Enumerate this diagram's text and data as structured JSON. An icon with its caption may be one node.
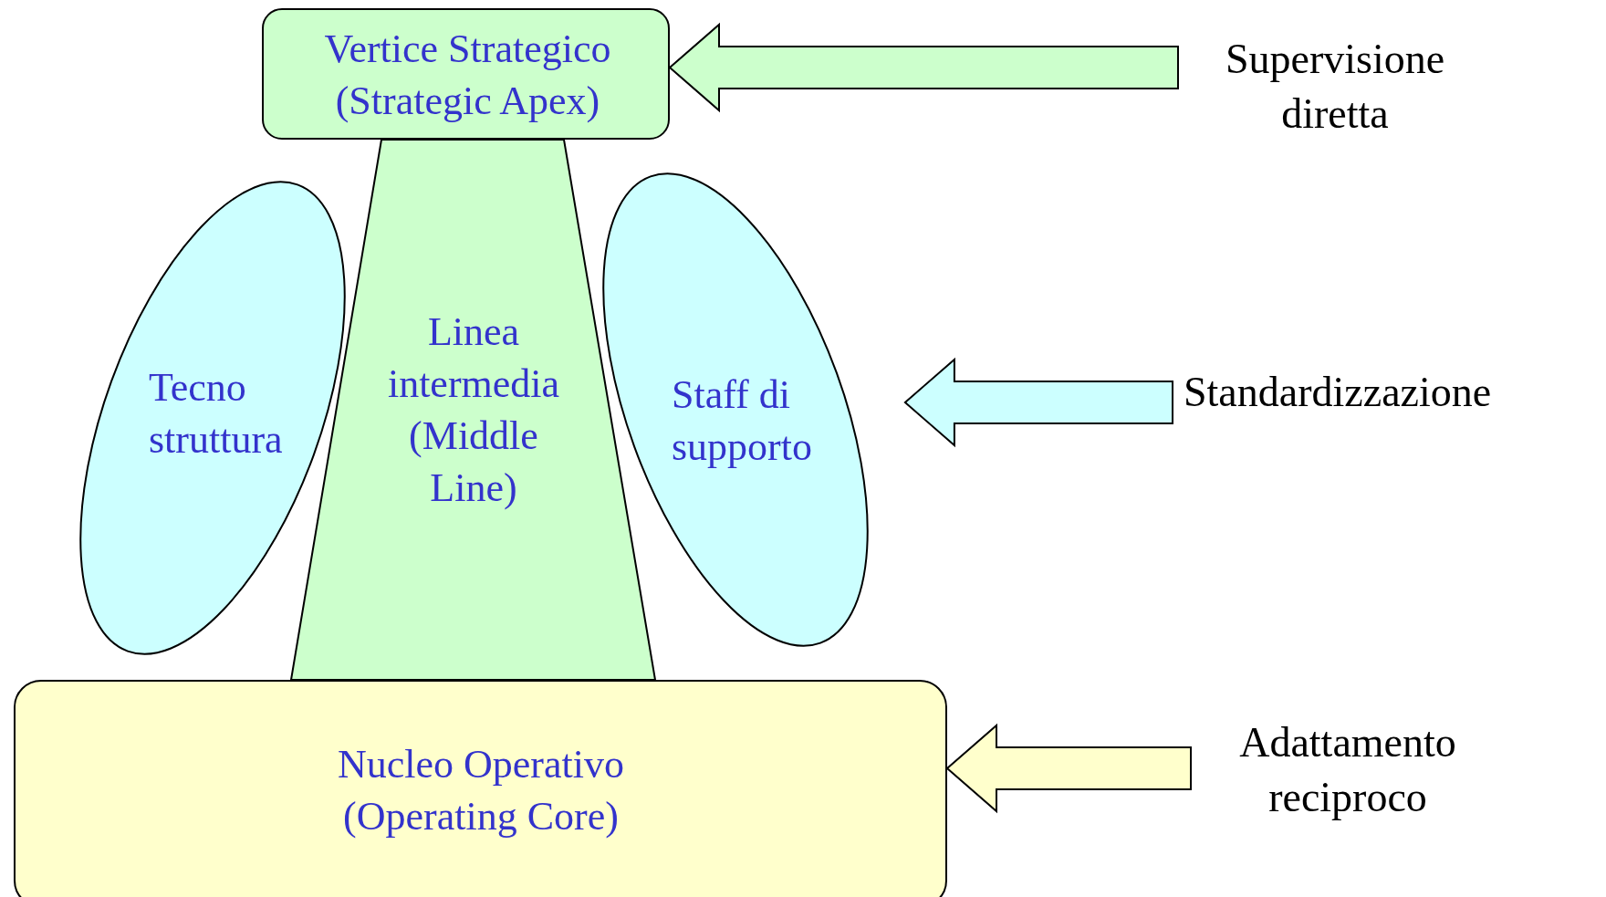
{
  "diagram": {
    "nodes": [
      {
        "text": [
          "Vertice Strategico (Strategic Apex)"
        ]
      },
      {
        "text": [
          "Tecno struttura"
        ]
      },
      {
        "text": [
          "Linea intermedia (Middle Line)"
        ]
      },
      {
        "text": [
          "Staff di supporto"
        ]
      },
      {
        "text": [
          "Nucleo Operativo (Operating Core)"
        ]
      },
      {
        "text": [
          "Supervisione diretta"
        ]
      },
      {
        "text": [
          "Standardizzazione"
        ]
      },
      {
        "text": [
          "Adattamento reciproco"
        ]
      }
    ],
    "edges": [
      {
        "from": 5,
        "to": 0,
        "arrow": "to",
        "style": "thick",
        "color": "#ccffcc"
      },
      {
        "from": 6,
        "to": 3,
        "arrow": "to",
        "style": "thick",
        "color": "#ccffff"
      },
      {
        "from": 7,
        "to": 4,
        "arrow": "to",
        "style": "thick",
        "color": "#ffffcc"
      }
    ]
  }
}
